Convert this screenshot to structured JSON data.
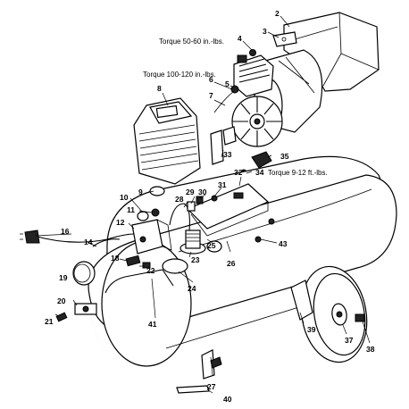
{
  "callouts": {
    "c2": "2",
    "c3": "3",
    "c4": "4",
    "c5": "5",
    "c6": "6",
    "c7": "7",
    "c8": "8",
    "c9": "9",
    "c10": "10",
    "c11": "11",
    "c12": "12",
    "c14": "14",
    "c16": "16",
    "c18": "18",
    "c19": "19",
    "c20": "20",
    "c21": "21",
    "c22": "22",
    "c23": "23",
    "c24": "24",
    "c25": "25",
    "c26": "26",
    "c27": "27",
    "c28": "28",
    "c29": "29",
    "c30": "30",
    "c31": "31",
    "c32": "32",
    "c33": "33",
    "c34": "34",
    "c35": "35",
    "c37": "37",
    "c38": "38",
    "c39": "39",
    "c40": "40",
    "c41": "41",
    "c43": "43"
  },
  "annotations": {
    "torque_head": "Torque 50-60 in.-lbs.",
    "torque_pump": "Torque 100-120 in.-lbs.",
    "torque_wheel": "Torque 9-12 ft.-lbs."
  }
}
